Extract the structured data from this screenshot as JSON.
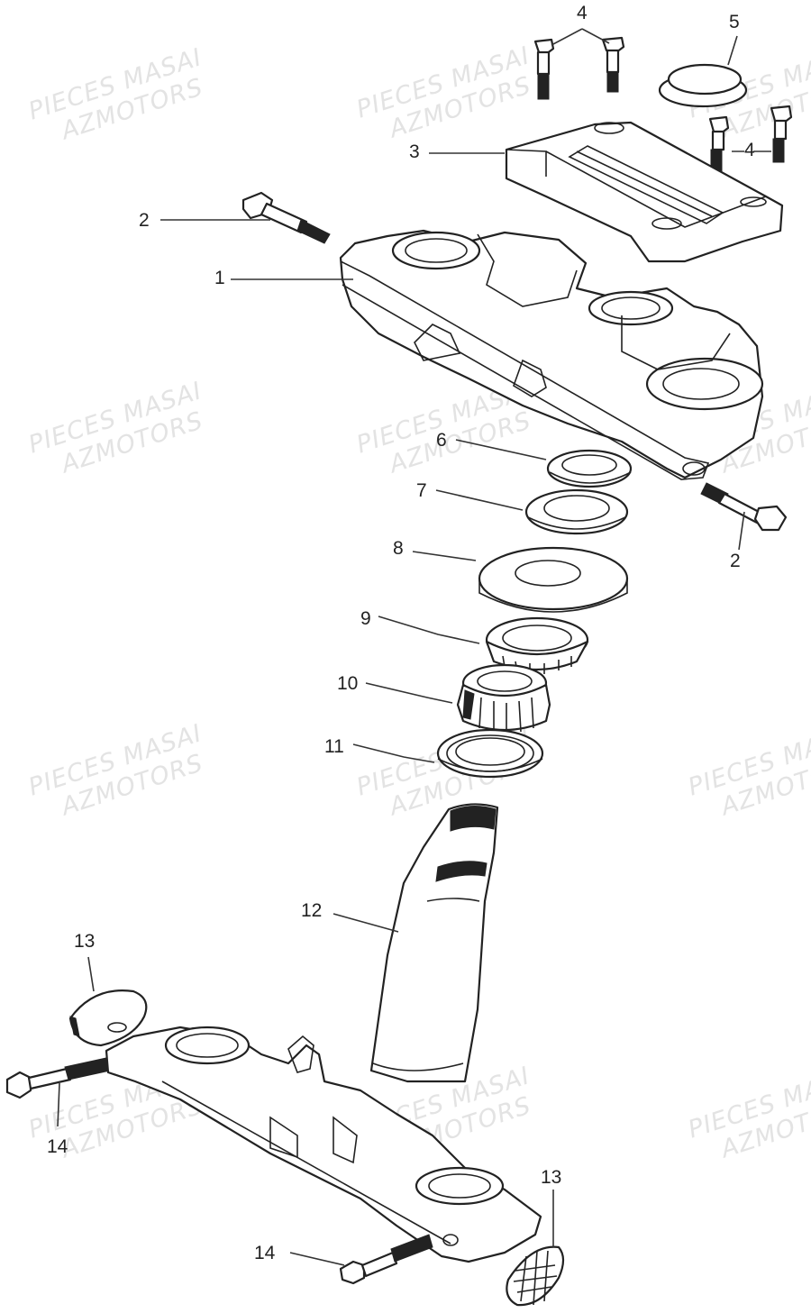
{
  "diagram": {
    "type": "exploded-parts-diagram",
    "subject": "steering stem / triple clamp assembly",
    "watermark": {
      "line1": "PIECES MASAI",
      "line2": "AZMOTORS"
    },
    "callouts": [
      {
        "id": "1",
        "label": "1"
      },
      {
        "id": "2a",
        "label": "2"
      },
      {
        "id": "2b",
        "label": "2"
      },
      {
        "id": "3",
        "label": "3"
      },
      {
        "id": "4a",
        "label": "4"
      },
      {
        "id": "4b",
        "label": "4"
      },
      {
        "id": "5",
        "label": "5"
      },
      {
        "id": "6",
        "label": "6"
      },
      {
        "id": "7",
        "label": "7"
      },
      {
        "id": "8",
        "label": "8"
      },
      {
        "id": "9",
        "label": "9"
      },
      {
        "id": "10",
        "label": "10"
      },
      {
        "id": "11",
        "label": "11"
      },
      {
        "id": "12",
        "label": "12"
      },
      {
        "id": "13a",
        "label": "13"
      },
      {
        "id": "13b",
        "label": "13"
      },
      {
        "id": "14a",
        "label": "14"
      },
      {
        "id": "14b",
        "label": "14"
      }
    ]
  }
}
